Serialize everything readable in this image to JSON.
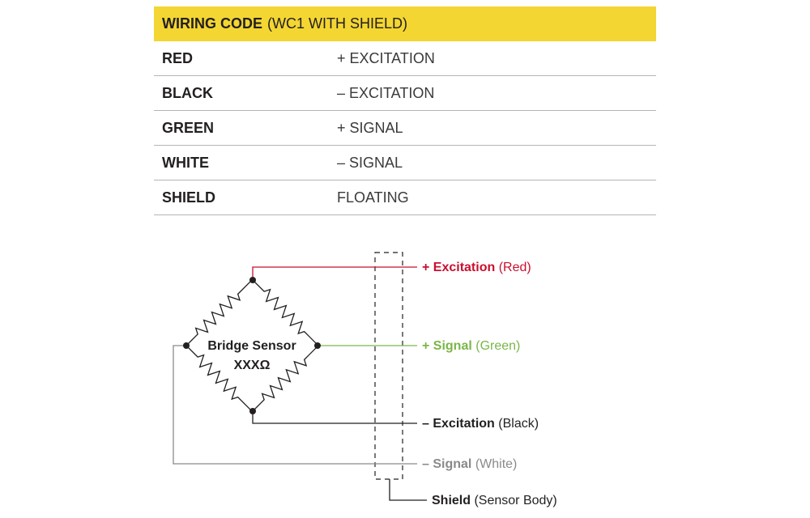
{
  "table": {
    "header_bold": "WIRING CODE",
    "header_rest": "(WC1 WITH SHIELD)",
    "rows": [
      {
        "color": "RED",
        "function": "+ EXCITATION"
      },
      {
        "color": "BLACK",
        "function": "– EXCITATION"
      },
      {
        "color": "GREEN",
        "function": "+ SIGNAL"
      },
      {
        "color": "WHITE",
        "function": "– SIGNAL"
      },
      {
        "color": "SHIELD",
        "function": "FLOATING"
      }
    ]
  },
  "diagram": {
    "sensor_label": "Bridge Sensor",
    "sensor_value": "XXXΩ",
    "labels": {
      "exc_pos_bold": "+ Excitation",
      "exc_pos_color": "(Red)",
      "sig_pos_bold": "+ Signal",
      "sig_pos_color": "(Green)",
      "exc_neg_bold": "– Excitation",
      "exc_neg_color": "(Black)",
      "sig_neg_bold": "– Signal",
      "sig_neg_color": "(White)",
      "shield_bold": "Shield",
      "shield_desc": "(Sensor Body)"
    }
  },
  "colors": {
    "header_bg": "#f3d632",
    "red_wire": "#c8102e",
    "green_wire": "#7ab648",
    "black_wire": "#231f20",
    "white_wire": "#8a8a8a"
  }
}
